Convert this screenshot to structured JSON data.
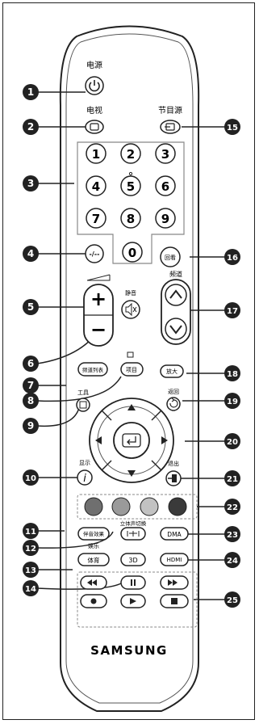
{
  "labels": {
    "power": "电源",
    "tv": "电视",
    "source": "节目源",
    "volume_up": "+",
    "volume_down": "−",
    "mute": "静音",
    "channel": "频道",
    "tools": "工具",
    "return": "返回",
    "info": "显示",
    "exit": "退出",
    "entertain": "娱乐",
    "pic_sound": "伴音效果",
    "sports": "体育",
    "dual": "立体声切换",
    "dma": "DMA",
    "three_d": "3D",
    "hdmi": "HDMI",
    "brand": "SAMSUNG"
  },
  "buttons": {
    "digits": [
      "1",
      "2",
      "3",
      "4",
      "5",
      "6",
      "7",
      "8",
      "9",
      "0"
    ],
    "dash": "-/--",
    "prev": "回看",
    "ch_list": "频道列表",
    "menu": "项目",
    "zoom": "放大",
    "info_glyph": "i"
  },
  "callouts": [
    "1",
    "2",
    "3",
    "4",
    "5",
    "6",
    "7",
    "8",
    "9",
    "10",
    "11",
    "12",
    "13",
    "14",
    "15",
    "16",
    "17",
    "18",
    "19",
    "20",
    "21",
    "22",
    "23",
    "24",
    "25"
  ],
  "colors": {
    "red": "#6f6f6f",
    "green": "#9a9a9a",
    "yellow": "#c2c2c2",
    "blue": "#3a3a3a"
  }
}
